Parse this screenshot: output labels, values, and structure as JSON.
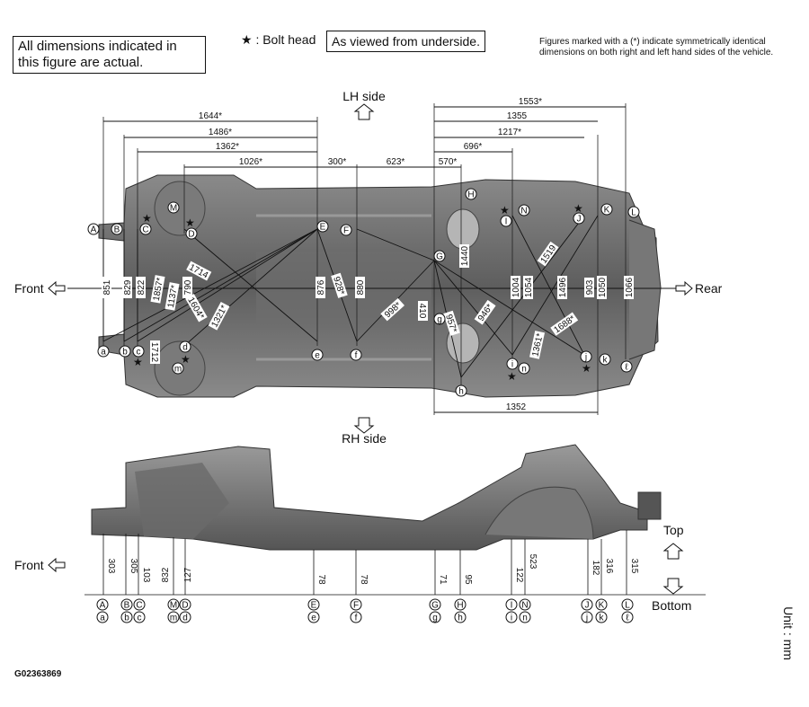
{
  "notes": {
    "actual_dims": "All dimensions indicated in this figure are actual.",
    "bolt_head": "★ : Bolt head",
    "viewed_from": "As viewed from underside.",
    "symmetric": "Figures marked with a (*) indicate symmetrically identical dimensions on both right and left hand sides of the vehicle."
  },
  "orientation": {
    "lh_side": "LH side",
    "rh_side": "RH side",
    "front": "Front",
    "rear": "Rear",
    "front2": "Front",
    "top": "Top",
    "bottom": "Bottom"
  },
  "unit": "Unit : mm",
  "figure_code": "G02363869",
  "top_dims": [
    "1644*",
    "1486*",
    "1362*",
    "1026*",
    "300*",
    "623*",
    "570*",
    "1553*",
    "1355",
    "1217*",
    "696*"
  ],
  "bottom_dim": "1352",
  "diag_dims": [
    "851",
    "829",
    "822",
    "1857*",
    "1137*",
    "790",
    "1714",
    "1604*",
    "1321*",
    "1712",
    "876",
    "928*",
    "880",
    "998*",
    "410",
    "1440",
    "957*",
    "946*",
    "1004",
    "1054",
    "1519",
    "1496",
    "903",
    "1050",
    "1066",
    "1361*",
    "1688*"
  ],
  "upper_points": [
    "A",
    "B",
    "C",
    "M",
    "D",
    "E",
    "F",
    "G",
    "H",
    "I",
    "N",
    "J",
    "K",
    "L"
  ],
  "lower_points": [
    "a",
    "b",
    "c",
    "m",
    "d",
    "e",
    "f",
    "g",
    "h",
    "i",
    "n",
    "j",
    "k",
    "ℓ"
  ],
  "side_heights": [
    "303",
    "305",
    "103",
    "832",
    "127",
    "78",
    "78",
    "71",
    "95",
    "122",
    "523",
    "182",
    "316",
    "315"
  ],
  "side_upper": [
    "A",
    "B",
    "C",
    "M",
    "D",
    "E",
    "F",
    "G",
    "H",
    "I",
    "N",
    "J",
    "K",
    "L"
  ],
  "side_lower": [
    "a",
    "b",
    "c",
    "m",
    "d",
    "e",
    "f",
    "g",
    "h",
    "i",
    "n",
    "j",
    "k",
    "ℓ"
  ]
}
